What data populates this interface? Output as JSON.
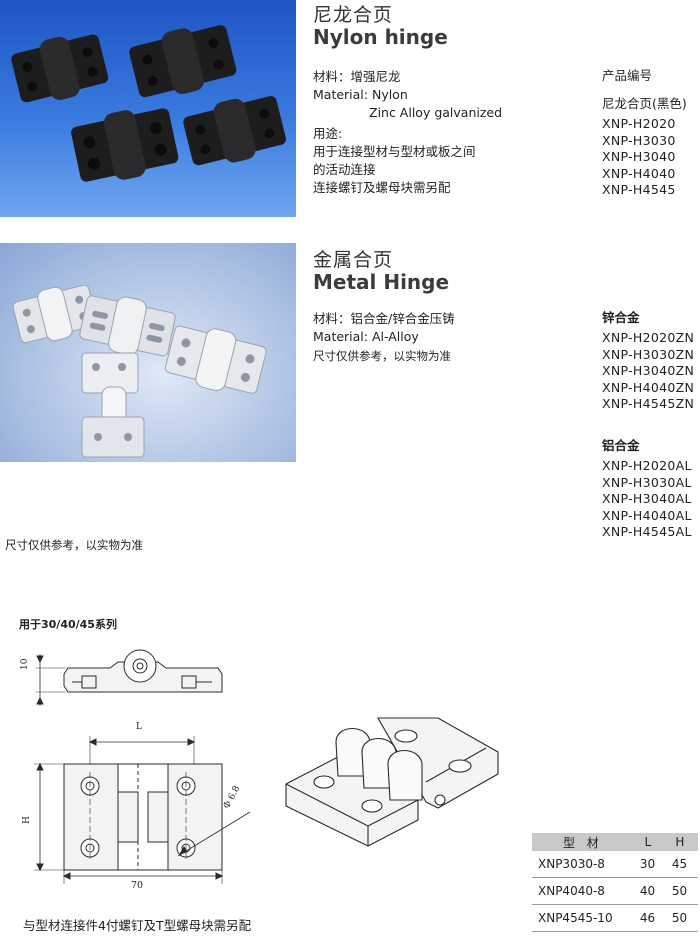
{
  "nylon": {
    "title_cn": "尼龙合页",
    "title_en": "Nylon hinge",
    "material_cn": "材料：增强尼龙",
    "material_en": "Material: Nylon",
    "material_en2": "Zinc Alloy galvanized",
    "usage_label": "用途:",
    "usage_lines": [
      "用于连接型材与型材或板之间",
      "的活动连接",
      "连接螺钉及螺母块需另配"
    ],
    "product_no_label": "产品编号",
    "product_group_label": "尼龙合页(黑色)",
    "models": [
      "XNP-H2020",
      "XNP-H3030",
      "XNP-H3040",
      "XNP-H4040",
      "XNP-H4545"
    ]
  },
  "metal": {
    "title_cn": "金属合页",
    "title_en": "Metal Hinge",
    "material_cn": "材料：铝合金/锌合金压铸",
    "material_en": "Material: Al-Alloy",
    "note": "尺寸仅供参考，以实物为准",
    "zinc_label": "锌合金",
    "zinc_models": [
      "XNP-H2020ZN",
      "XNP-H3030ZN",
      "XNP-H3040ZN",
      "XNP-H4040ZN",
      "XNP-H4545ZN"
    ],
    "al_label": "铝合金",
    "al_models": [
      "XNP-H2020AL",
      "XNP-H3030AL",
      "XNP-H3040AL",
      "XNP-H4040AL",
      "XNP-H4545AL"
    ]
  },
  "page_note": "尺寸仅供参考，以实物为准",
  "series_label": "用于30/40/45系列",
  "drawing": {
    "dim_10": "10",
    "dim_L": "L",
    "dim_H": "H",
    "dim_70": "70",
    "dim_phi": "Φ 6.8"
  },
  "footer_note": "与型材连接件4付螺钉及T型螺母块需另配",
  "spec_table": {
    "headers": [
      "型 材",
      "L",
      "H"
    ],
    "rows": [
      [
        "XNP3030-8",
        "30",
        "45"
      ],
      [
        "XNP4040-8",
        "40",
        "50"
      ],
      [
        "XNP4545-10",
        "46",
        "50"
      ]
    ]
  }
}
